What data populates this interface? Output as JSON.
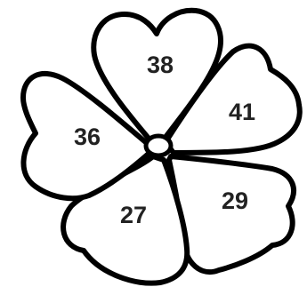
{
  "flower": {
    "petals": [
      {
        "id": "top",
        "number": "38"
      },
      {
        "id": "upper-right",
        "number": "41"
      },
      {
        "id": "lower-right",
        "number": "29"
      },
      {
        "id": "lower-left",
        "number": "27"
      },
      {
        "id": "upper-left",
        "number": "36"
      }
    ],
    "colors": {
      "outline": "#000000",
      "fill": "#ffffff",
      "text": "#222222"
    }
  }
}
